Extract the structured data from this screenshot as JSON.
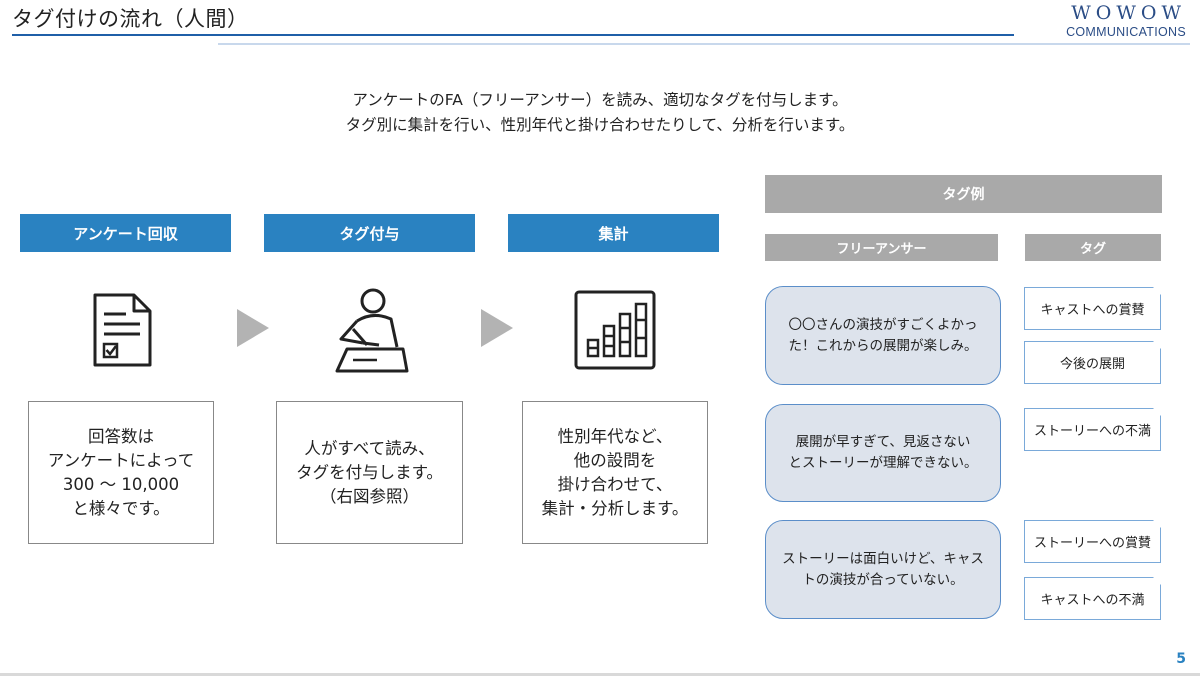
{
  "header": {
    "title": "タグ付けの流れ（人間）",
    "logo_main": "WOWOW",
    "logo_sub": "COMMUNICATIONS"
  },
  "intro": {
    "line1": "アンケートのFA（フリーアンサー）を読み、適切なタグを付与します。",
    "line2": "タグ別に集計を行い、性別年代と掛け合わせたりして、分析を行います。"
  },
  "steps": [
    {
      "label": "アンケート回収",
      "icon": "document-checklist-icon",
      "desc": [
        "回答数は",
        "アンケートによって",
        "300 ～ 10,000",
        "と様々です。"
      ]
    },
    {
      "label": "タグ付与",
      "icon": "person-writing-icon",
      "desc": [
        "人がすべて読み、",
        "タグを付与します。",
        "（右図参照）"
      ]
    },
    {
      "label": "集計",
      "icon": "bar-chart-icon",
      "desc": [
        "性別年代など、",
        "他の設問を",
        "掛け合わせて、",
        "集計・分析します。"
      ]
    }
  ],
  "tag_example": {
    "title": "タグ例",
    "col_fa": "フリーアンサー",
    "col_tag": "タグ",
    "rows": [
      {
        "fa": [
          "〇〇さんの演技がすごくよかっ",
          "た！これからの展開が楽しみ。"
        ],
        "tags": [
          "キャストへの賞賛",
          "今後の展開"
        ]
      },
      {
        "fa": [
          "展開が早すぎて、見返さない",
          "とストーリーが理解できない。"
        ],
        "tags": [
          "ストーリーへの不満"
        ]
      },
      {
        "fa": [
          "ストーリーは面白いけど、キャス",
          "トの演技が合っていない。"
        ],
        "tags": [
          "ストーリーへの賞賛",
          "キャストへの不満"
        ]
      }
    ]
  },
  "page_number": "5",
  "colors": {
    "accent_blue": "#2a82c1",
    "header_rule": "#1f5fa8",
    "panel_gray": "#a9a9a9",
    "bubble_fill": "#dde3ec",
    "bubble_border": "#5b8ec9"
  }
}
